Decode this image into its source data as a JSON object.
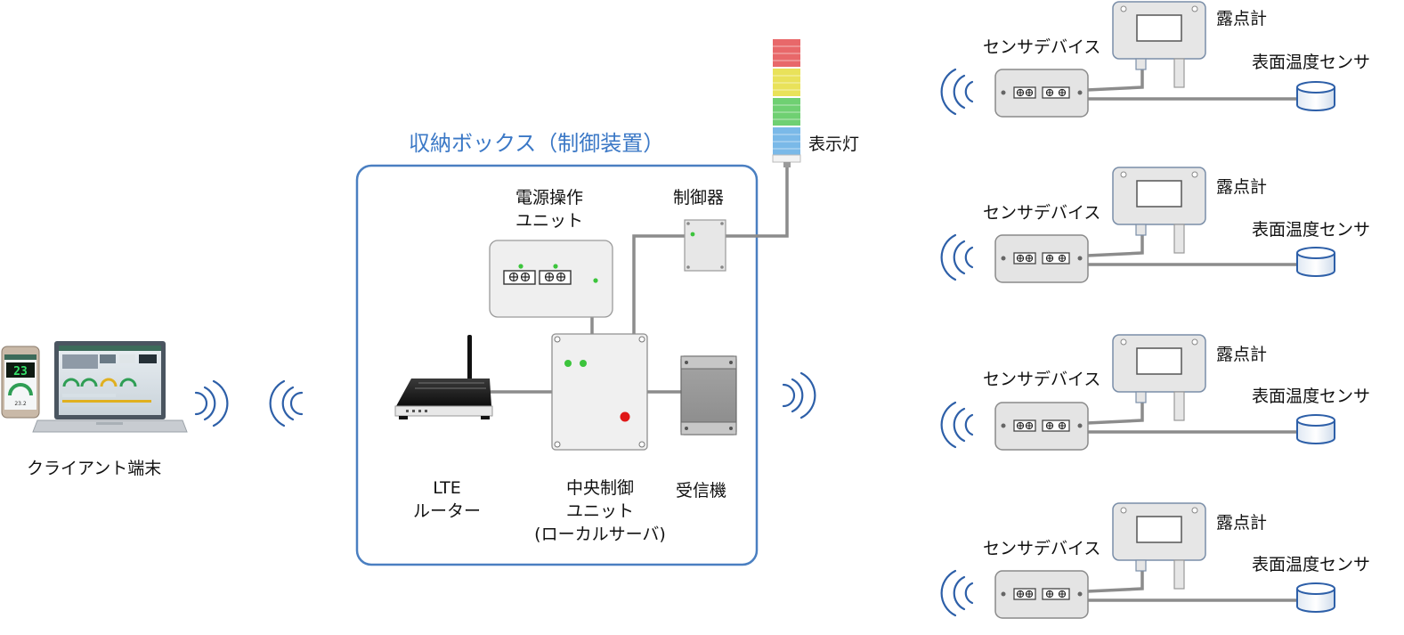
{
  "storage_box": {
    "title": "収納ボックス（制御装置）"
  },
  "labels": {
    "client_terminal": "クライアント端末",
    "power_unit_line1": "電源操作",
    "power_unit_line2": "ユニット",
    "controller": "制御器",
    "indicator_light": "表示灯",
    "lte_line1": "LTE",
    "lte_line2": "ルーター",
    "central_line1": "中央制御",
    "central_line2": "ユニット",
    "central_line3": "(ローカルサーバ)",
    "receiver": "受信機"
  },
  "sensor_groups": [
    {
      "sensor_device": "センサデバイス",
      "dew_point_meter": "露点計",
      "surface_temp_sensor": "表面温度センサ"
    },
    {
      "sensor_device": "センサデバイス",
      "dew_point_meter": "露点計",
      "surface_temp_sensor": "表面温度センサ"
    },
    {
      "sensor_device": "センサデバイス",
      "dew_point_meter": "露点計",
      "surface_temp_sensor": "表面温度センサ"
    },
    {
      "sensor_device": "センサデバイス",
      "dew_point_meter": "露点計",
      "surface_temp_sensor": "表面温度センサ"
    }
  ],
  "phone_screen": {
    "big_readout": "23",
    "gauge_value": "23.2"
  },
  "colors": {
    "box_border": "#4a7fc1",
    "wave": "#2d5fa8",
    "cable": "#8c8c8c",
    "lamp_red": "#e8686a",
    "lamp_yellow": "#e9e25a",
    "lamp_green": "#6fd072",
    "lamp_blue": "#7ab9e8",
    "led_green": "#3cc43c",
    "led_red": "#e01818"
  }
}
